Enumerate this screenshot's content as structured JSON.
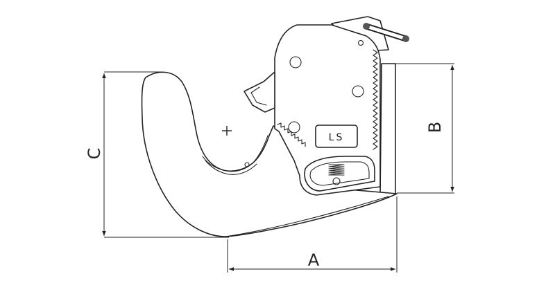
{
  "diagram": {
    "dimension_labels": {
      "a": "A",
      "b": "B",
      "c": "C"
    },
    "plate_label": "LS",
    "colors": {
      "line": "#222222",
      "background": "#ffffff",
      "pin": "#555555"
    }
  }
}
